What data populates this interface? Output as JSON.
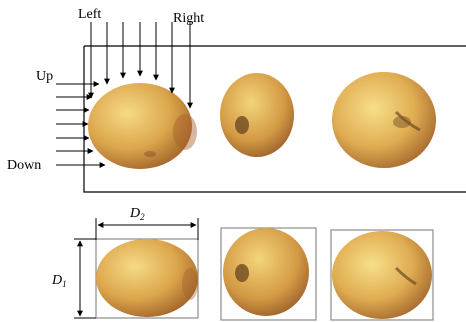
{
  "labels": {
    "left": "Left",
    "right": "Right",
    "up": "Up",
    "down": "Down",
    "d1_main": "D",
    "d1_sub": "1",
    "d2_main": "D",
    "d2_sub": "2"
  },
  "colors": {
    "stroke": "#000000",
    "box": "#8c8c8c",
    "fruit_light": "#f2cf6e",
    "fruit_mid": "#d8a046",
    "fruit_dark": "#a8652a",
    "spot": "#6e4a22"
  },
  "fruits_top": [
    "pear-fruit-1",
    "pear-fruit-2",
    "pear-fruit-3"
  ],
  "fruits_bottom": [
    "pear-fruit-1-boxed",
    "pear-fruit-2-boxed",
    "pear-fruit-3-boxed"
  ]
}
